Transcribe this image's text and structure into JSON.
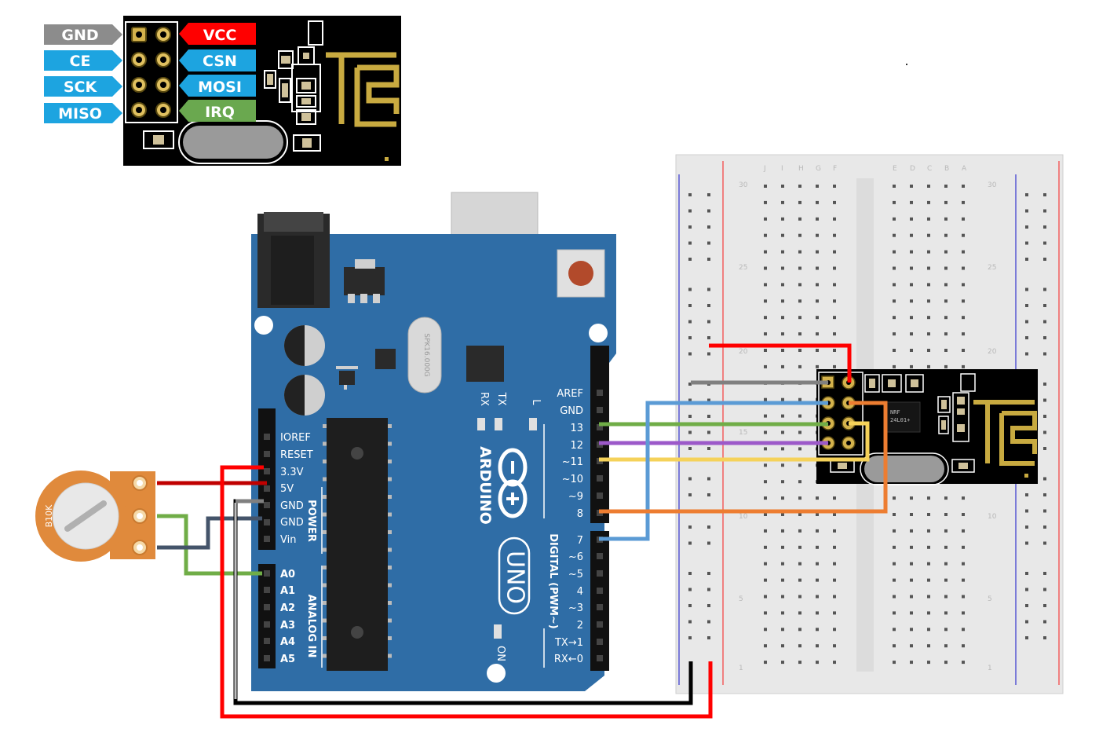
{
  "pinout": {
    "left": [
      "GND",
      "CE",
      "SCK",
      "MISO"
    ],
    "right": [
      "VCC",
      "CSN",
      "MOSI",
      "IRQ"
    ],
    "colors": {
      "GND": "#8c8c8c",
      "VCC": "#ff0000",
      "signal": "#1da4e0",
      "IRQ": "#6aa84f"
    }
  },
  "arduino": {
    "logo_text": "ARDUINO",
    "model": "UNO",
    "crystal": "SPK16.000G",
    "power_title": "POWER",
    "analog_title": "ANALOG IN",
    "digital_title": "DIGITAL (PWM~)",
    "power_pins": [
      "IOREF",
      "RESET",
      "3.3V",
      "5V",
      "GND",
      "GND",
      "Vin"
    ],
    "analog_pins": [
      "A0",
      "A1",
      "A2",
      "A3",
      "A4",
      "A5"
    ],
    "digital_pins": [
      "AREF",
      "GND",
      "13",
      "12",
      "~11",
      "~10",
      "~9",
      "8",
      "7",
      "~6",
      "~5",
      "4",
      "~3",
      "2",
      "TX→1",
      "RX←0"
    ],
    "leds": [
      "RX",
      "TX",
      "L"
    ],
    "on_label": "ON"
  },
  "potentiometer": {
    "label": "B10K"
  },
  "nrf_chip": {
    "line1": "NRF",
    "line2": "24L01+"
  },
  "breadboard": {
    "col_letters_left": [
      "J",
      "I",
      "H",
      "G",
      "F"
    ],
    "col_letters_right": [
      "E",
      "D",
      "C",
      "B",
      "A"
    ],
    "row_numbers": [
      "30",
      "25",
      "20",
      "15",
      "10",
      "5",
      "1"
    ]
  },
  "wire_colors": {
    "vcc": "#ff0000",
    "gnd": "#808080",
    "ground_black": "#000000",
    "ce": "#f5b740",
    "csn": "#f5d25a",
    "sck": "#5b9bd5",
    "mosi": "#70ad47",
    "miso": "#9c59c9",
    "irq": "#ed7d31",
    "pot_mid": "#70ad47",
    "pot_gnd": "#44546a"
  }
}
